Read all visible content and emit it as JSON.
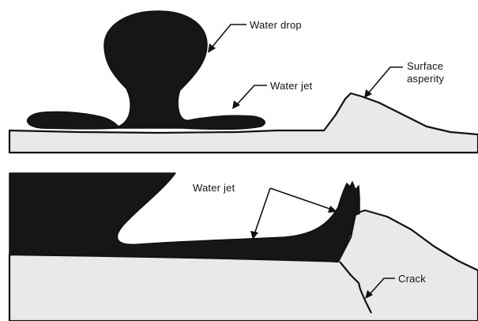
{
  "labels": {
    "water_drop": "Water drop",
    "water_jet_top": "Water jet",
    "surface_line1": "Surface",
    "surface_line2": "asperity",
    "water_jet_bottom": "Water jet",
    "crack": "Crack"
  },
  "colors": {
    "water": "#161616",
    "ground": "#e9e9e9",
    "outline": "#111111",
    "background": "#ffffff"
  }
}
